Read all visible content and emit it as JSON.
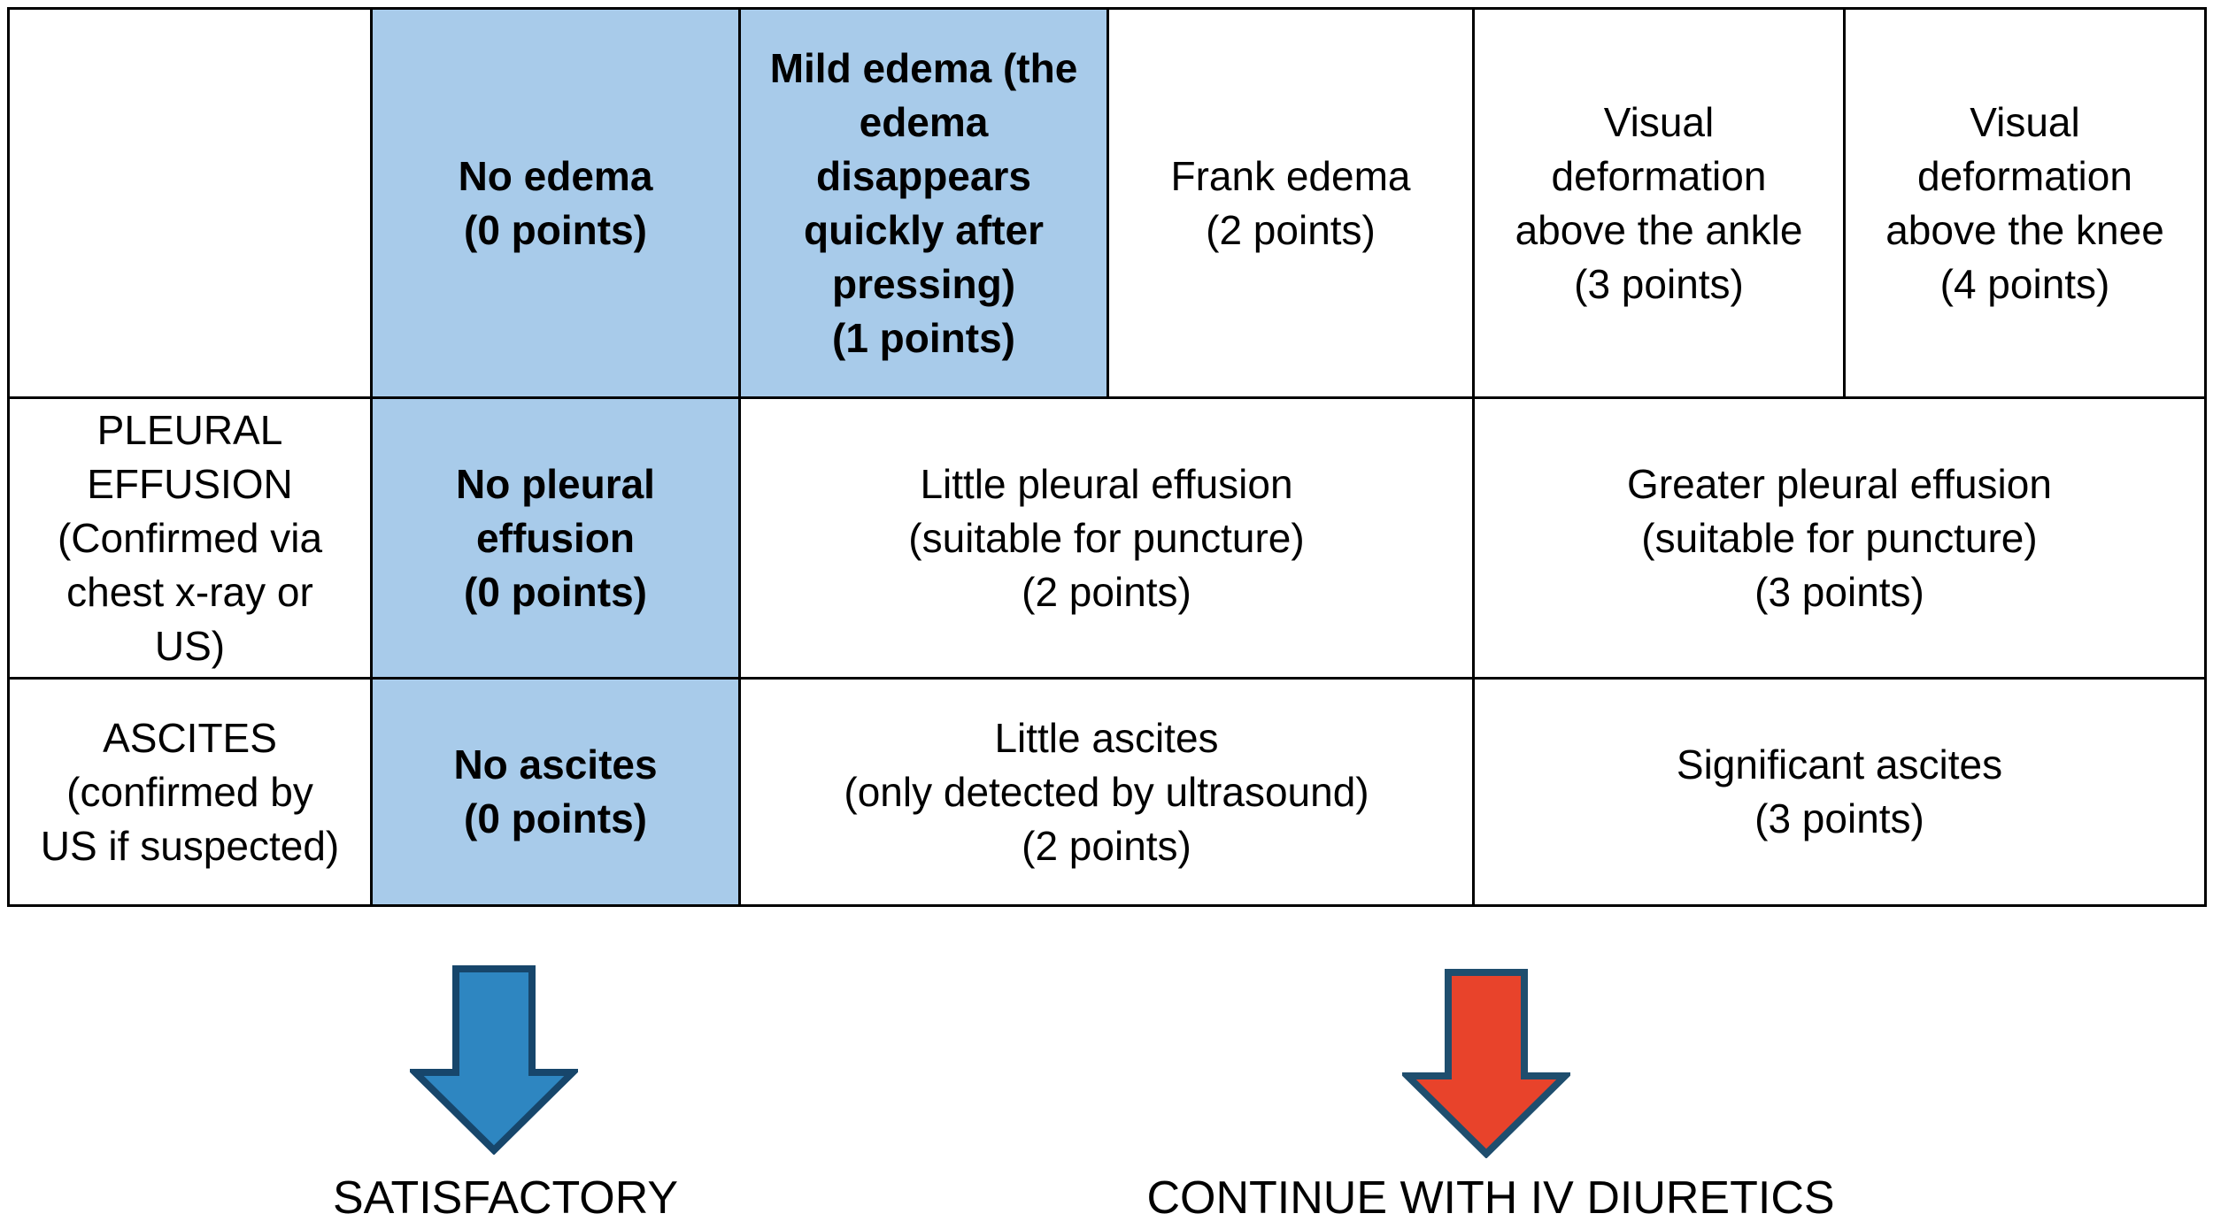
{
  "table": {
    "header": {
      "corner": "",
      "no_edema": "No edema\n(0 points)",
      "mild_edema": "Mild edema (the\nedema\ndisappears\nquickly after\npressing)\n(1 points)",
      "frank_edema": "Frank edema\n(2 points)",
      "visual_deformation_ankle": "Visual\ndeformation\nabove the ankle\n(3 points)",
      "visual_deformation_knee": "Visual\ndeformation\nabove the knee\n(4 points)"
    },
    "rows": [
      {
        "label": "PLEURAL\nEFFUSION\n(Confirmed via\nchest x-ray or\nUS)",
        "zero": "No pleural\neffusion\n(0 points)",
        "mid": "Little pleural effusion\n(suitable for puncture)\n(2 points)",
        "high": "Greater pleural effusion\n(suitable for puncture)\n(3 points)"
      },
      {
        "label": "ASCITES\n(confirmed by\nUS if suspected)",
        "zero": "No ascites\n(0 points)",
        "mid": "Little ascites\n(only detected by ultrasound)\n(2 points)",
        "high": "Significant ascites\n(3 points)"
      }
    ]
  },
  "outcomes": {
    "satisfactory": {
      "label": "SATISFACTORY",
      "arrow_fill": "#2E86C1",
      "arrow_outline": "#17466B"
    },
    "continue_iv": {
      "label": "CONTINUE WITH IV DIURETICS",
      "arrow_fill": "#E8432B",
      "arrow_outline": "#1F4E6E"
    }
  },
  "colors": {
    "highlight": "#A8CBEA",
    "border": "#000000",
    "text": "#000000",
    "background": "#FFFFFF"
  }
}
